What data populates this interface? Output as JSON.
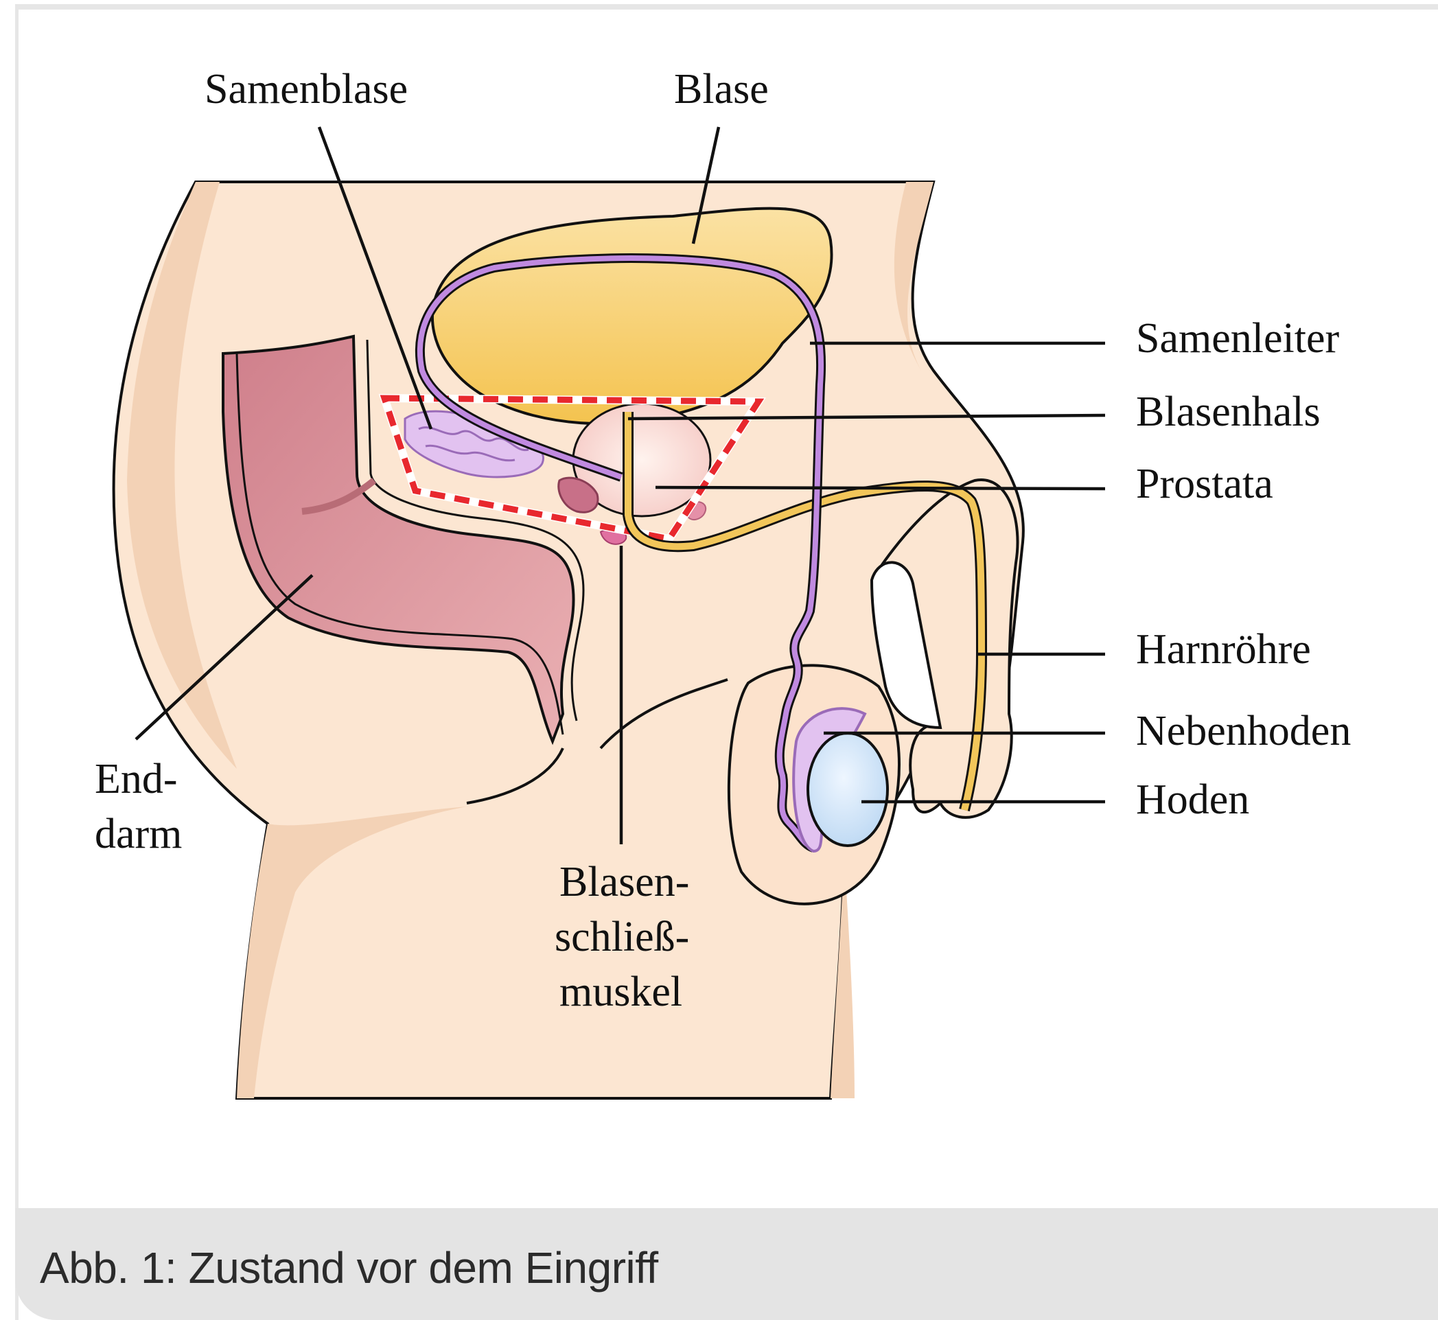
{
  "figure": {
    "labels": {
      "samenblase": "Samenblase",
      "blase": "Blase",
      "samenleiter": "Samenleiter",
      "blasenhals": "Blasenhals",
      "prostata": "Prostata",
      "harnroehre": "Harnröhre",
      "nebenhoden": "Nebenhoden",
      "hoden": "Hoden",
      "enddarm_1": "End-",
      "enddarm_2": "darm",
      "schliessmuskel_1": "Blasen-",
      "schliessmuskel_2": "schließ-",
      "schliessmuskel_3": "muskel"
    },
    "colors": {
      "skin": "#fce6d2",
      "skin_shade": "#f3d2b6",
      "bladder": "#f6cf6a",
      "rectum": "#d98f98",
      "vas_deferens": "#b97fd8",
      "urethra": "#f2c65a",
      "testis": "#cfe3f7",
      "resection_outline": "#e8282e"
    }
  },
  "caption": {
    "text": "Abb. 1: Zustand vor dem Eingriff"
  }
}
